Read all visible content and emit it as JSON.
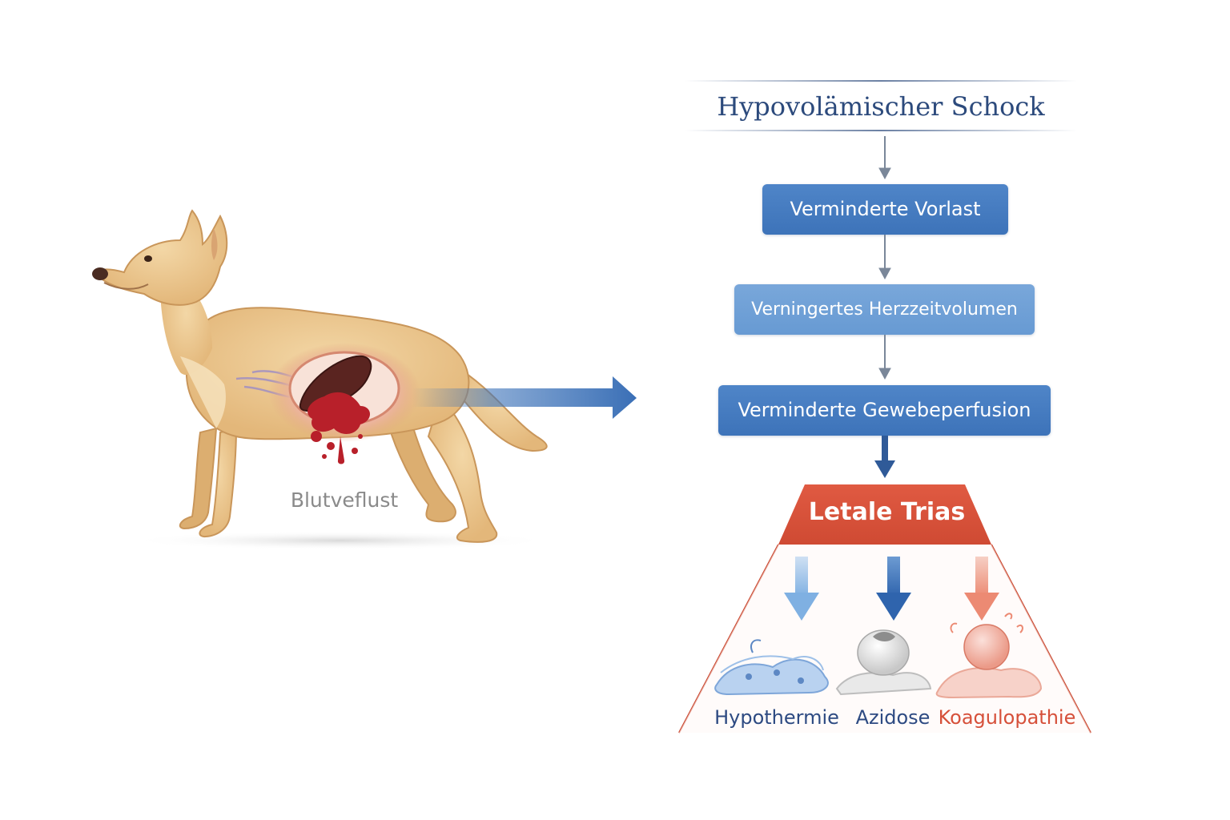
{
  "illustration": {
    "blood_loss_label": "Blutveflust"
  },
  "flow": {
    "title": "Hypovolämischer Schock",
    "steps": [
      "Verminderte Vorlast",
      "Verningertes Herzzeitvolumen",
      "Verminderte Gewebeperfusion"
    ]
  },
  "trias": {
    "title": "Letale Trias",
    "items": [
      {
        "label": "Hypothermie",
        "color": "#2d4a82"
      },
      {
        "label": "Azidose",
        "color": "#2d4a82"
      },
      {
        "label": "Koagulopathie",
        "color": "#d6503a"
      }
    ]
  },
  "colors": {
    "primary_blue": "#3d73b9",
    "light_blue": "#79a7da",
    "title_blue": "#2c4a7c",
    "trias_red": "#d6503a",
    "fur": "#eac58c",
    "blood": "#b8202a"
  }
}
